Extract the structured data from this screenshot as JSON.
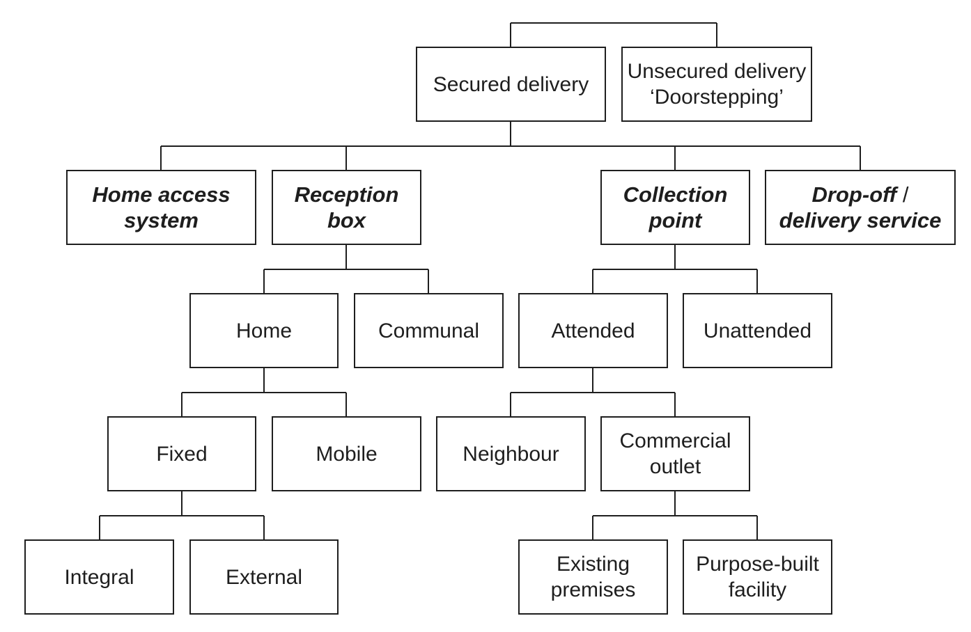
{
  "diagram": {
    "nodes": {
      "secured": {
        "line1": "Secured delivery"
      },
      "unsecured": {
        "line1": "Unsecured delivery",
        "line2": "‘Doorstepping’"
      },
      "home_access": {
        "line1": "Home access",
        "line2": "system"
      },
      "reception": {
        "line1": "Reception",
        "line2": "box"
      },
      "collection": {
        "line1": "Collection",
        "line2": "point"
      },
      "dropoff": {
        "line1": "Drop-off",
        "slash": " /",
        "line2": "delivery service"
      },
      "home": {
        "line1": "Home"
      },
      "communal": {
        "line1": "Communal"
      },
      "attended": {
        "line1": "Attended"
      },
      "unattended": {
        "line1": "Unattended"
      },
      "fixed": {
        "line1": "Fixed"
      },
      "mobile": {
        "line1": "Mobile"
      },
      "neighbour": {
        "line1": "Neighbour"
      },
      "commercial": {
        "line1": "Commercial",
        "line2": "outlet"
      },
      "integral": {
        "line1": "Integral"
      },
      "external": {
        "line1": "External"
      },
      "existing": {
        "line1": "Existing",
        "line2": "premises"
      },
      "purpose": {
        "line1": "Purpose-built",
        "line2": "facility"
      }
    }
  }
}
